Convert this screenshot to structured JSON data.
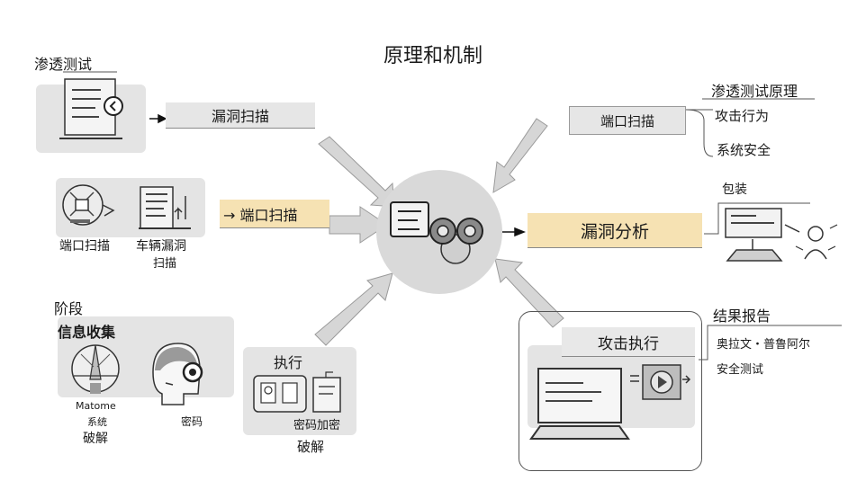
{
  "title": "原理和机制",
  "left_top": {
    "heading": "渗透测试",
    "arrow_label": "漏洞扫描"
  },
  "left_mid": {
    "item1": "端口扫描",
    "item2_line1": "车辆漏洞",
    "item2_line2": "扫描",
    "arrow_label": "→ 端口扫描"
  },
  "left_bottom": {
    "heading_1": "阶段",
    "heading_2": "信息收集",
    "item1_line1": "Matome",
    "item1_line2": "系统",
    "item1_line3": "破解",
    "item2": "密码",
    "exec_title": "执行",
    "exec_sub": "密码加密",
    "exec_crack": "破解"
  },
  "right_top": {
    "heading": "渗透测试原理",
    "box": "端口扫描",
    "branch1": "攻击行为",
    "branch2": "系统安全"
  },
  "right_mid": {
    "label": "包装",
    "analysis": "漏洞分析"
  },
  "right_bottom": {
    "heading": "结果报告",
    "attack": "攻击执行",
    "item1": "奥拉文・普鲁阿尔",
    "item2": "安全测试"
  },
  "colors": {
    "panel": "#e4e4e4",
    "amber": "#f6e2b3",
    "arrow": "#d6d6d6",
    "hub": "#d9d9d9"
  }
}
